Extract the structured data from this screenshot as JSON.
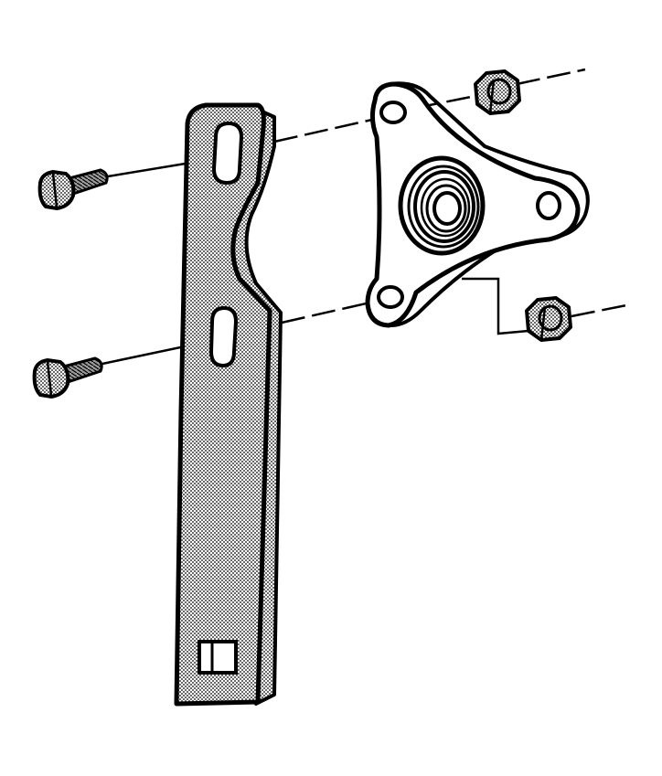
{
  "diagram": {
    "type": "exploded-view line drawing",
    "ink_color": "#000000",
    "background_color": "#ffffff",
    "shading_color": "#8a8a8a",
    "parts": [
      {
        "id": "bracket-arm",
        "icon": "bracket-arm-icon"
      },
      {
        "id": "pulley-plate",
        "icon": "triangular-plate-icon"
      },
      {
        "id": "idler-pulley",
        "icon": "pulley-icon"
      },
      {
        "id": "bolt-upper",
        "icon": "bolt-icon"
      },
      {
        "id": "bolt-lower",
        "icon": "bolt-icon"
      },
      {
        "id": "nut-upper",
        "icon": "nut-icon"
      },
      {
        "id": "nut-lower",
        "icon": "nut-icon"
      }
    ]
  }
}
